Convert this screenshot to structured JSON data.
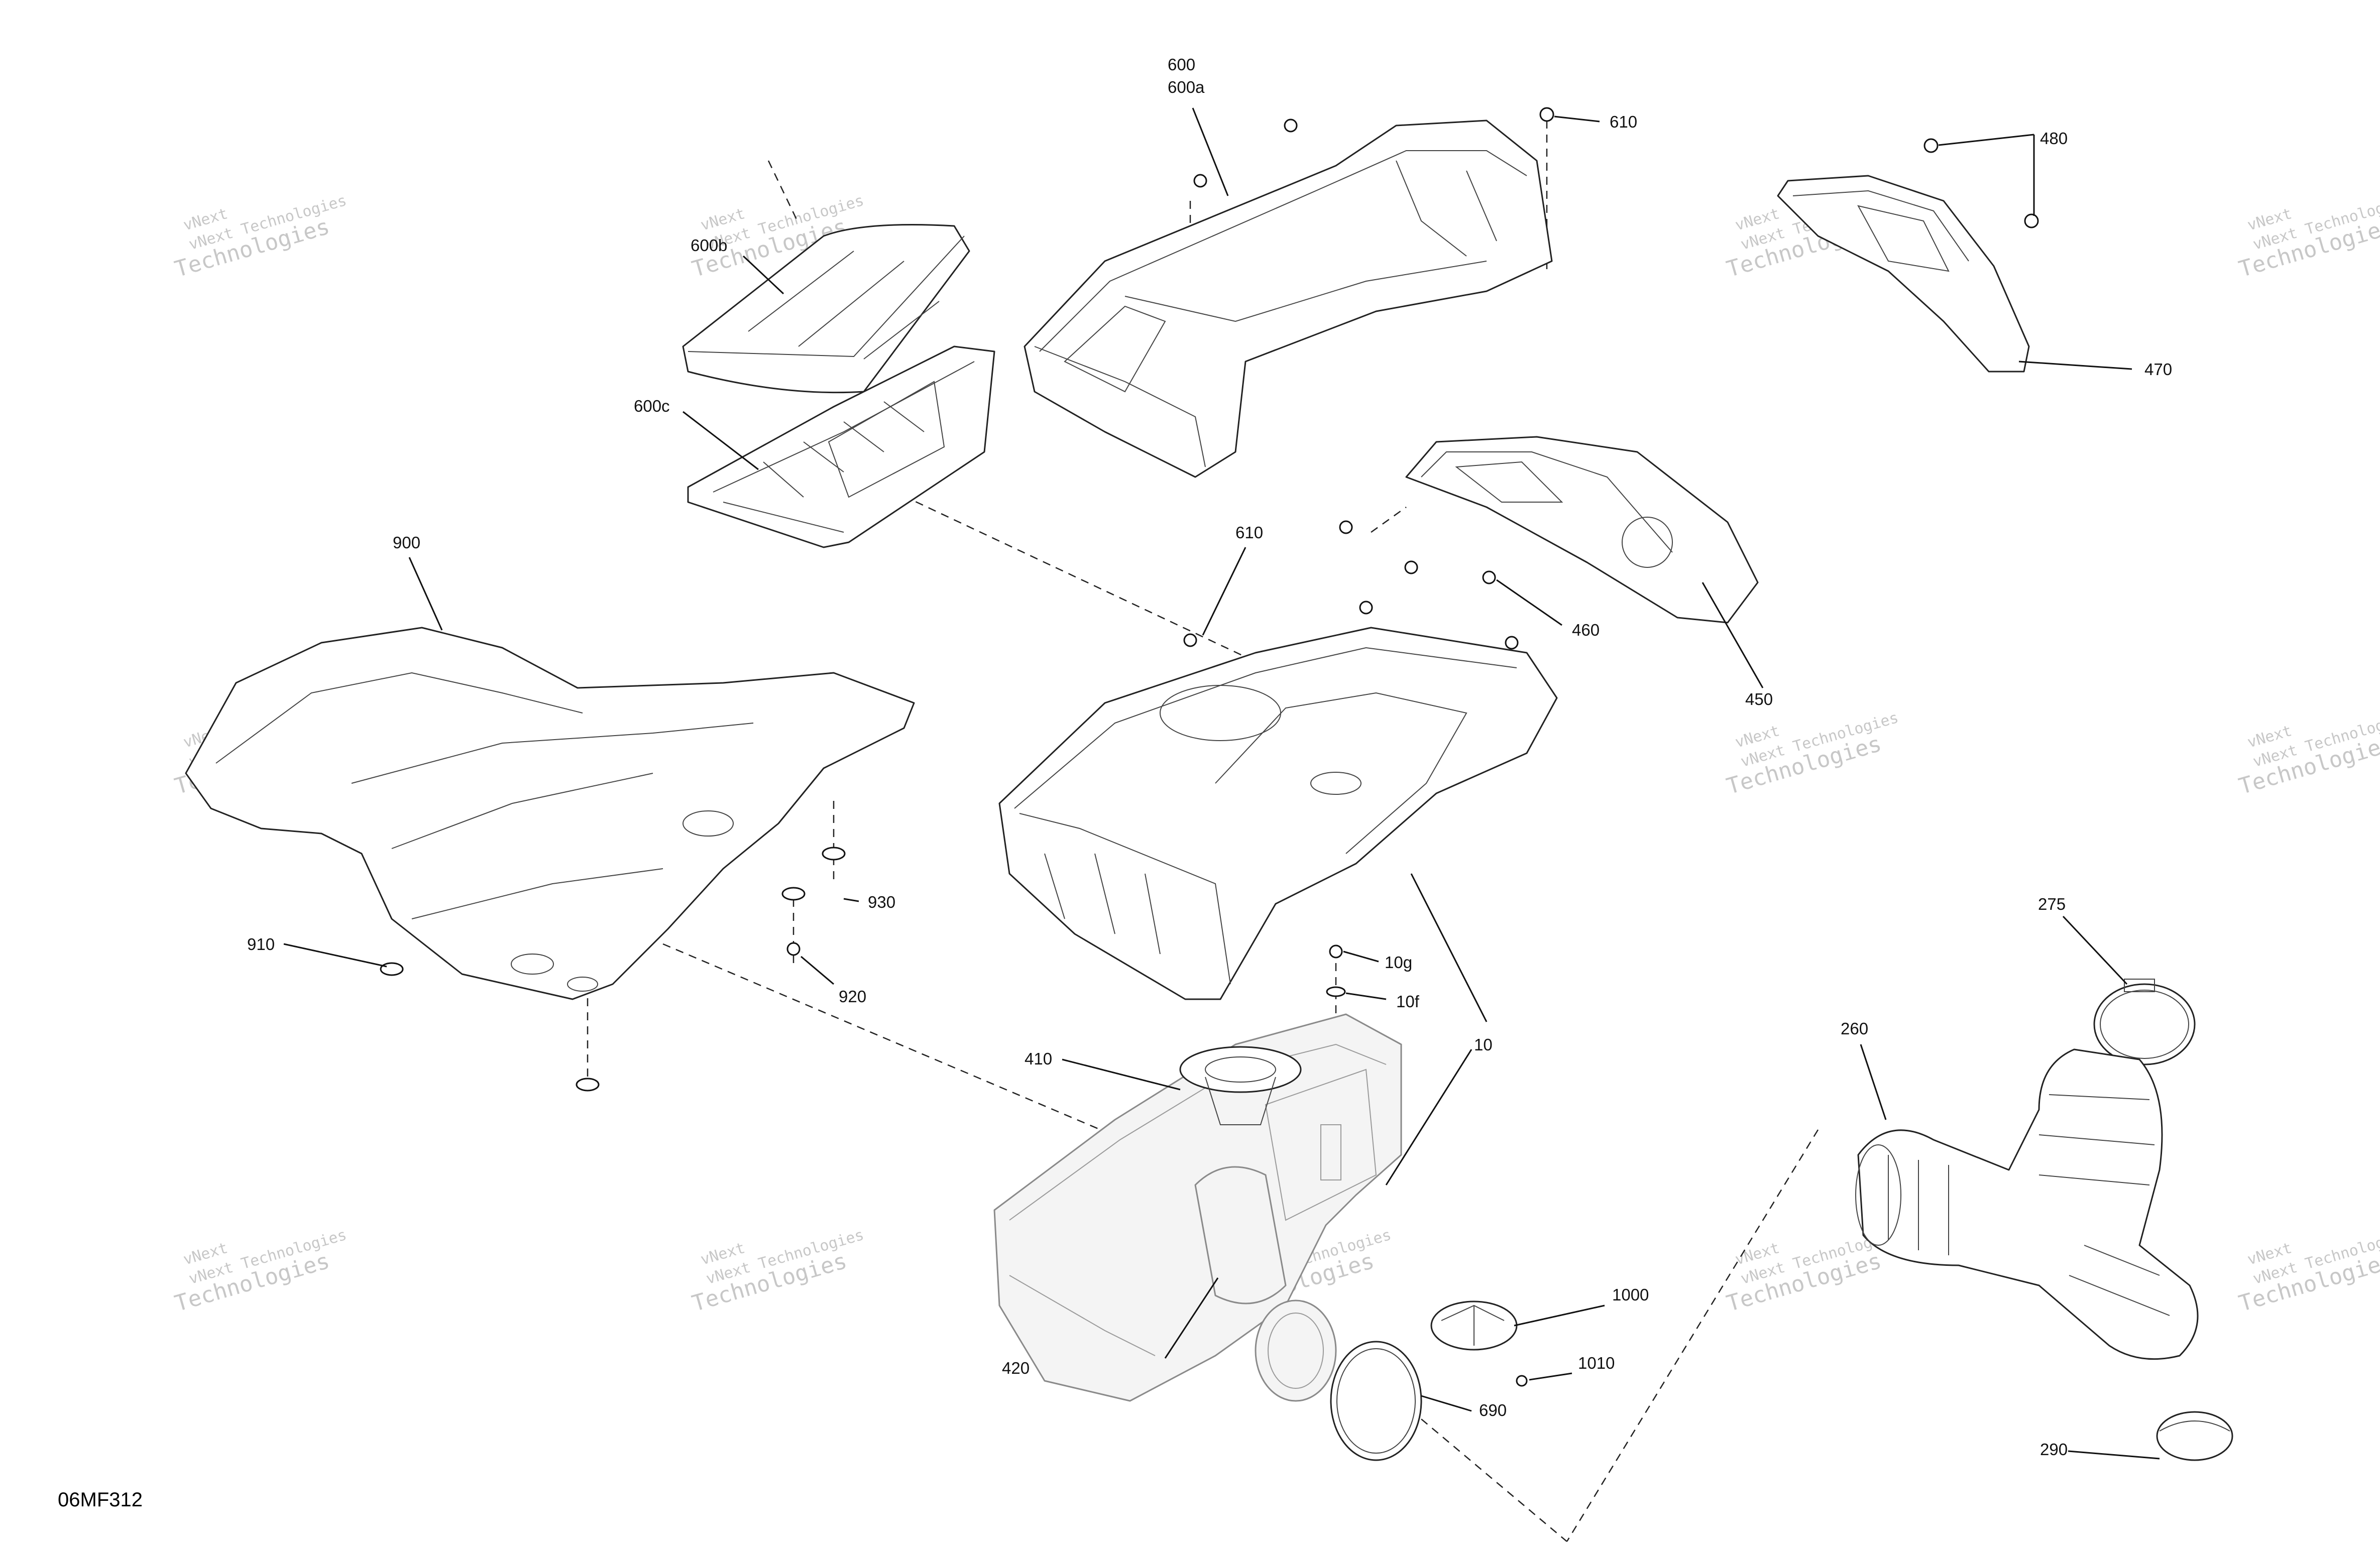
{
  "diagram": {
    "drawing_code": "06MF312",
    "watermark": {
      "line1": "vNext",
      "line2": "Technologies",
      "line3": "vNext Technologies"
    },
    "callouts": [
      {
        "id": "c600",
        "label": "600"
      },
      {
        "id": "c600a",
        "label": "600a"
      },
      {
        "id": "c600b",
        "label": "600b"
      },
      {
        "id": "c600c",
        "label": "600c"
      },
      {
        "id": "c610top",
        "label": "610"
      },
      {
        "id": "c610mid",
        "label": "610"
      },
      {
        "id": "c480",
        "label": "480"
      },
      {
        "id": "c470",
        "label": "470"
      },
      {
        "id": "c460",
        "label": "460"
      },
      {
        "id": "c450",
        "label": "450"
      },
      {
        "id": "c900",
        "label": "900"
      },
      {
        "id": "c910",
        "label": "910"
      },
      {
        "id": "c930",
        "label": "930"
      },
      {
        "id": "c920",
        "label": "920"
      },
      {
        "id": "c10g",
        "label": "10g"
      },
      {
        "id": "c10f",
        "label": "10f"
      },
      {
        "id": "c10",
        "label": "10"
      },
      {
        "id": "c410",
        "label": "410"
      },
      {
        "id": "c420",
        "label": "420"
      },
      {
        "id": "c1000",
        "label": "1000"
      },
      {
        "id": "c1010",
        "label": "1010"
      },
      {
        "id": "c690",
        "label": "690"
      },
      {
        "id": "c275",
        "label": "275"
      },
      {
        "id": "c260",
        "label": "260"
      },
      {
        "id": "c290",
        "label": "290"
      }
    ]
  }
}
